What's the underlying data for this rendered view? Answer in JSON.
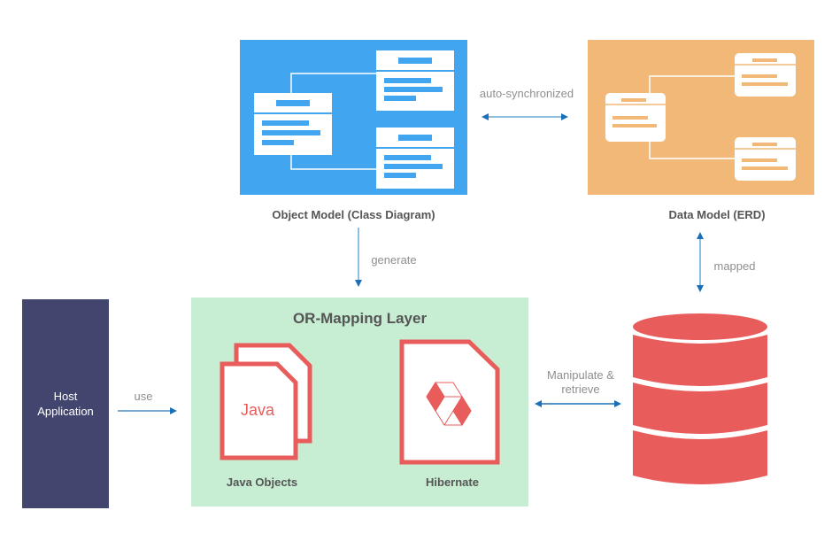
{
  "colors": {
    "object_model_bg": "#42a5f0",
    "data_model_bg": "#f2b878",
    "or_layer_bg": "#c7edd2",
    "host_bg": "#42466e",
    "accent_red": "#e95c5c",
    "arrow_blue": "#1a6fb8",
    "arrow_line": "#6aa9d6"
  },
  "object_model": {
    "caption": "Object Model (Class Diagram)",
    "class_count": 3
  },
  "data_model": {
    "caption": "Data Model (ERD)",
    "entity_count": 3
  },
  "edges": {
    "auto_sync": "auto-synchronized",
    "generate": "generate",
    "mapped": "mapped",
    "use": "use",
    "manipulate": [
      "Manipulate &",
      "retrieve"
    ]
  },
  "host": {
    "label_lines": [
      "Host",
      "Application"
    ]
  },
  "or_layer": {
    "title": "OR-Mapping Layer",
    "java": {
      "file_text": "Java",
      "caption": "Java Objects"
    },
    "hibernate": {
      "caption": "Hibernate"
    }
  },
  "database": {
    "name": "database"
  }
}
